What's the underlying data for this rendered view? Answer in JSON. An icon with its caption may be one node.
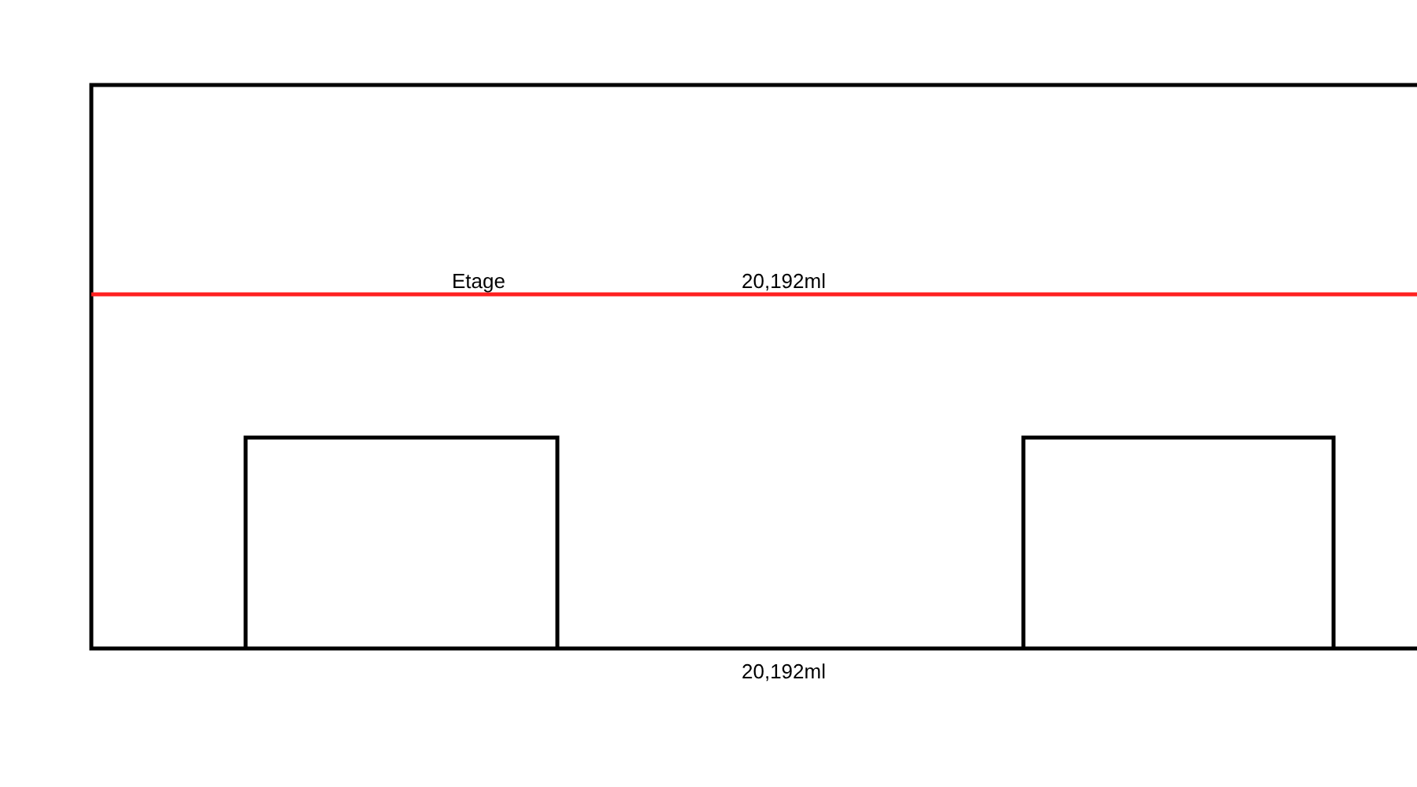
{
  "diagram": {
    "labels": [
      "Etage",
      "20,192ml",
      "20,192ml"
    ]
  }
}
